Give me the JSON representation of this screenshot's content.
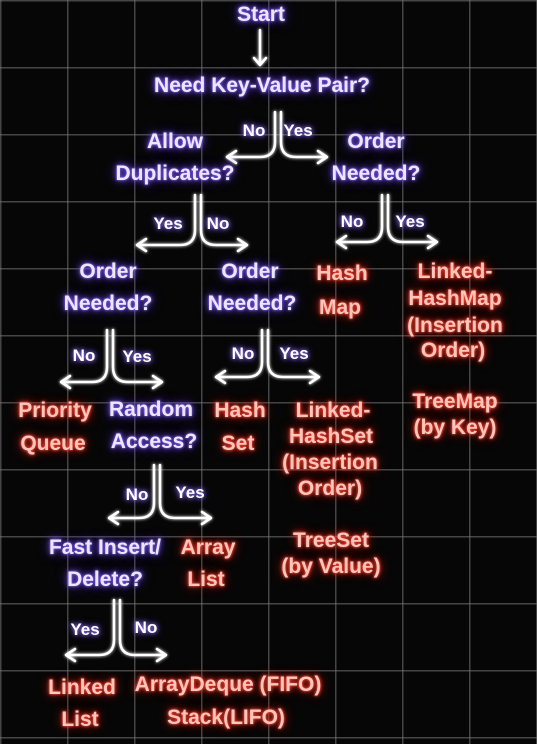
{
  "nodes": {
    "start": "Start",
    "key_value": "Need Key-Value Pair?",
    "allow_dup": [
      "Allow",
      "Duplicates?"
    ],
    "order_map": [
      "Order",
      "Needed?"
    ],
    "order_list": [
      "Order",
      "Needed?"
    ],
    "order_set": [
      "Order",
      "Needed?"
    ],
    "random_access": [
      "Random",
      "Access?"
    ],
    "fast_insert": [
      "Fast Insert/",
      "Delete?"
    ]
  },
  "leaves": {
    "hash_map": [
      "Hash",
      "Map"
    ],
    "linked_hash_map": [
      "Linked-",
      "HashMap",
      "(Insertion",
      "Order)"
    ],
    "tree_map": [
      "TreeMap",
      "(by Key)"
    ],
    "priority_queue": [
      "Priority",
      "Queue"
    ],
    "hash_set": [
      "Hash",
      "Set"
    ],
    "linked_hash_set": [
      "Linked-",
      "HashSet",
      "(Insertion",
      "Order)"
    ],
    "tree_set": [
      "TreeSet",
      "(by Value)"
    ],
    "array_list": [
      "Array",
      "List"
    ],
    "linked_list": [
      "Linked",
      "List"
    ],
    "array_deque": "ArrayDeque (FIFO)",
    "stack": "Stack(LIFO)"
  },
  "labels": {
    "kv_no": "No",
    "kv_yes": "Yes",
    "dup_yes": "Yes",
    "dup_no": "No",
    "map_no": "No",
    "map_yes": "Yes",
    "list_no": "No",
    "list_yes": "Yes",
    "set_no": "No",
    "set_yes": "Yes",
    "ra_no": "No",
    "ra_yes": "Yes",
    "fi_yes": "Yes",
    "fi_no": "No"
  },
  "colors": {
    "question_glow": "#7a54ff",
    "leaf_glow": "#ff3a2a",
    "grid": "#787878",
    "background": "#060606"
  }
}
